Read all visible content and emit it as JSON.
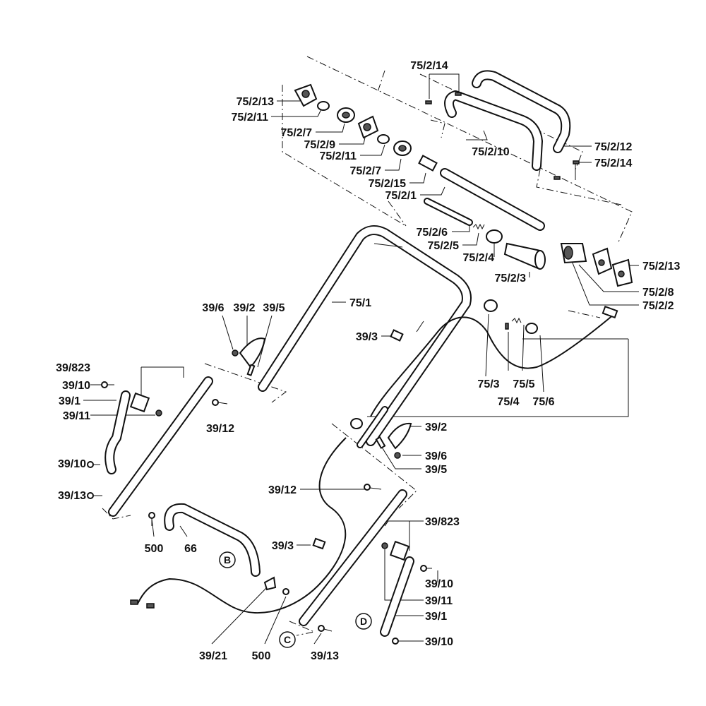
{
  "diagram": {
    "labels": {
      "l_75_2_14_top": "75/2/14",
      "l_75_2_13_left": "75/2/13",
      "l_75_2_11_a": "75/2/11",
      "l_75_2_7_a": "75/2/7",
      "l_75_2_9": "75/2/9",
      "l_75_2_11_b": "75/2/11",
      "l_75_2_7_b": "75/2/7",
      "l_75_2_15": "75/2/15",
      "l_75_2_10": "75/2/10",
      "l_75_2_12": "75/2/12",
      "l_75_2_14_right": "75/2/14",
      "l_75_2_1": "75/2/1",
      "l_75_2_6": "75/2/6",
      "l_75_2_5": "75/2/5",
      "l_75_2_4": "75/2/4",
      "l_75_2_3": "75/2/3",
      "l_75_2_13_right": "75/2/13",
      "l_75_2_8": "75/2/8",
      "l_75_2_2": "75/2/2",
      "l_75_1": "75/1",
      "l_39_6_top": "39/6",
      "l_39_2_top": "39/2",
      "l_39_5_top": "39/5",
      "l_39_3_top": "39/3",
      "l_75_3": "75/3",
      "l_75_5": "75/5",
      "l_75_4": "75/4",
      "l_75_6": "75/6",
      "l_39_823_left": "39/823",
      "l_39_10_a": "39/10",
      "l_39_1_left": "39/1",
      "l_39_11_left": "39/11",
      "l_39_12_left": "39/12",
      "l_39_10_b": "39/10",
      "l_39_13_left": "39/13",
      "l_39_2_right": "39/2",
      "l_39_6_right": "39/6",
      "l_39_5_right": "39/5",
      "l_39_12_mid": "39/12",
      "l_39_823_right": "39/823",
      "l_500_a": "500",
      "l_66": "66",
      "l_39_3_bottom": "39/3",
      "l_39_10_c": "39/10",
      "l_39_11_right": "39/11",
      "l_39_1_right": "39/1",
      "l_39_10_d": "39/10",
      "l_39_21": "39/21",
      "l_500_b": "500",
      "l_39_13_bottom": "39/13"
    },
    "markers": {
      "m_b": "B",
      "m_c": "C",
      "m_d": "D"
    }
  }
}
